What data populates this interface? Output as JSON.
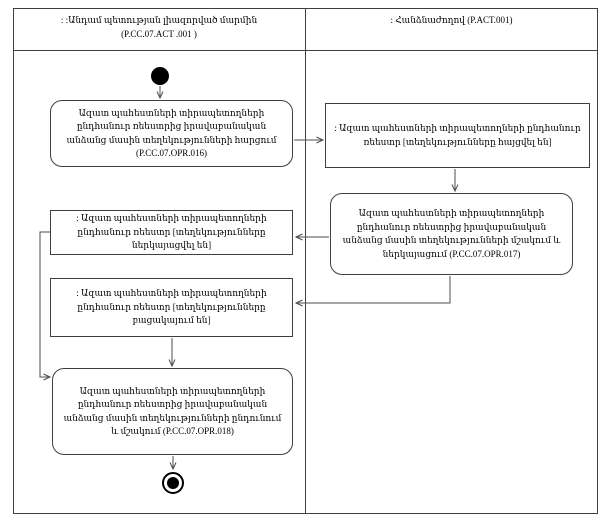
{
  "diagram": {
    "kind": "uml-activity-swimlane",
    "colors": {
      "background": "#ffffff",
      "border": "#3f3f3f",
      "connector": "#4d4d4d",
      "text": "#000000",
      "node_fill": "#ffffff",
      "start_end_fill": "#000000"
    },
    "lanes": [
      {
        "id": "member-state-authority",
        "label": ": :Անդամ պետության լիազորված մարմին\n(P.CC.07.ACT .001 )"
      },
      {
        "id": "commission",
        "label": ": Հանձնաժողով (P.ACT.001)"
      }
    ],
    "nodes": {
      "start": {
        "type": "initial-node"
      },
      "action_016": {
        "type": "action",
        "lane": "member-state-authority",
        "text": "Ազատ պահեստների տիրապետողների ընդհանուր ռեեստրից իրավաբանական անձանց մասին տեղեկությունների հարցում (P.CC.07.OPR.016)"
      },
      "object_requested": {
        "type": "object",
        "lane": "commission",
        "text": ": Ազատ պահեստների տիրապետողների ընդհանուր ռեեստր [տեղեկությունները հայցվել են]"
      },
      "action_017": {
        "type": "action",
        "lane": "commission",
        "text": "Ազատ պահեստների տիրապետողների ընդհանուր ռեեստրից իրավաբանական անձանց մասին տեղեկությունների մշակում և ներկայացում (P.CC.07.OPR.017)"
      },
      "object_presented": {
        "type": "object",
        "lane": "member-state-authority",
        "text": ": Ազատ պահեստների տիրապետողների ընդհանուր ռեեստր [տեղեկությունները ներկայացվել են]"
      },
      "object_absent": {
        "type": "object",
        "lane": "member-state-authority",
        "text": ": Ազատ պահեստների տիրապետողների ընդհանուր ռեեստր [տեղեկությունները բացակայում են]"
      },
      "action_018": {
        "type": "action",
        "lane": "member-state-authority",
        "text": "Ազատ պահեստների տիրապետողների ընդհանուր ռեեստրից իրավաբանական անձանց մասին տեղեկությունների ընդունում և մշակում (P.CC.07.OPR.018)"
      },
      "end": {
        "type": "activity-final-node"
      }
    },
    "edges": [
      {
        "from": "start",
        "to": "action_016"
      },
      {
        "from": "action_016",
        "to": "object_requested"
      },
      {
        "from": "object_requested",
        "to": "action_017"
      },
      {
        "from": "action_017",
        "to": "object_presented"
      },
      {
        "from": "action_017",
        "to": "object_absent"
      },
      {
        "from": "object_presented",
        "to": "action_018"
      },
      {
        "from": "object_absent",
        "to": "action_018"
      },
      {
        "from": "action_018",
        "to": "end"
      }
    ]
  }
}
